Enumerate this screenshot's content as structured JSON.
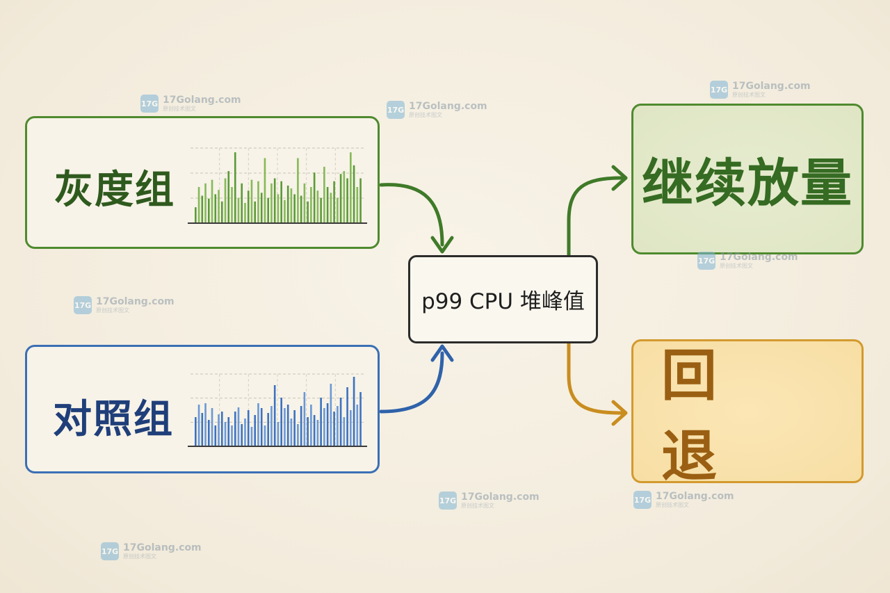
{
  "nodes": {
    "gray_group": "灰度组",
    "control_group": "对照组",
    "metric": "p99 CPU 堆峰值",
    "continue": "继续放量",
    "rollback": "回 退"
  },
  "colors": {
    "gray": "#4f8a2f",
    "control": "#3b6fb5",
    "continue": "#4f8a2f",
    "rollback": "#d39a2e",
    "metric_border": "#2b2b2b"
  },
  "watermark": {
    "site": "17Golang.com",
    "sub": "原创技术图文",
    "logo_text": "17G"
  },
  "chart_data": [
    {
      "type": "bar",
      "series": [
        {
          "values": [
            0.22,
            0.5,
            0.38,
            0.55,
            0.34,
            0.6,
            0.4,
            0.46,
            0.3,
            0.62,
            0.72,
            0.5,
            0.98,
            0.35,
            0.55,
            0.28,
            0.45,
            0.6,
            0.3,
            0.58,
            0.42,
            0.9,
            0.35,
            0.55,
            0.62,
            0.4,
            0.58,
            0.32,
            0.52,
            0.48,
            0.4,
            0.9,
            0.38,
            0.55,
            0.3,
            0.5,
            0.7,
            0.45,
            0.35,
            0.78,
            0.5,
            0.42,
            0.58,
            0.35,
            0.68,
            0.72,
            0.62,
            0.98,
            0.8,
            0.5,
            0.62
          ]
        }
      ]
    },
    {
      "type": "bar",
      "series": [
        {
          "values": [
            0.42,
            0.6,
            0.48,
            0.62,
            0.38,
            0.55,
            0.3,
            0.46,
            0.5,
            0.35,
            0.42,
            0.3,
            0.5,
            0.56,
            0.32,
            0.4,
            0.52,
            0.28,
            0.45,
            0.62,
            0.55,
            0.3,
            0.48,
            0.58,
            0.88,
            0.35,
            0.7,
            0.55,
            0.6,
            0.4,
            0.52,
            0.32,
            0.58,
            0.78,
            0.42,
            0.6,
            0.45,
            0.38,
            0.7,
            0.55,
            0.62,
            0.9,
            0.5,
            0.58,
            0.7,
            0.42,
            0.85,
            0.52,
            1.0,
            0.6,
            0.78
          ]
        }
      ]
    }
  ]
}
